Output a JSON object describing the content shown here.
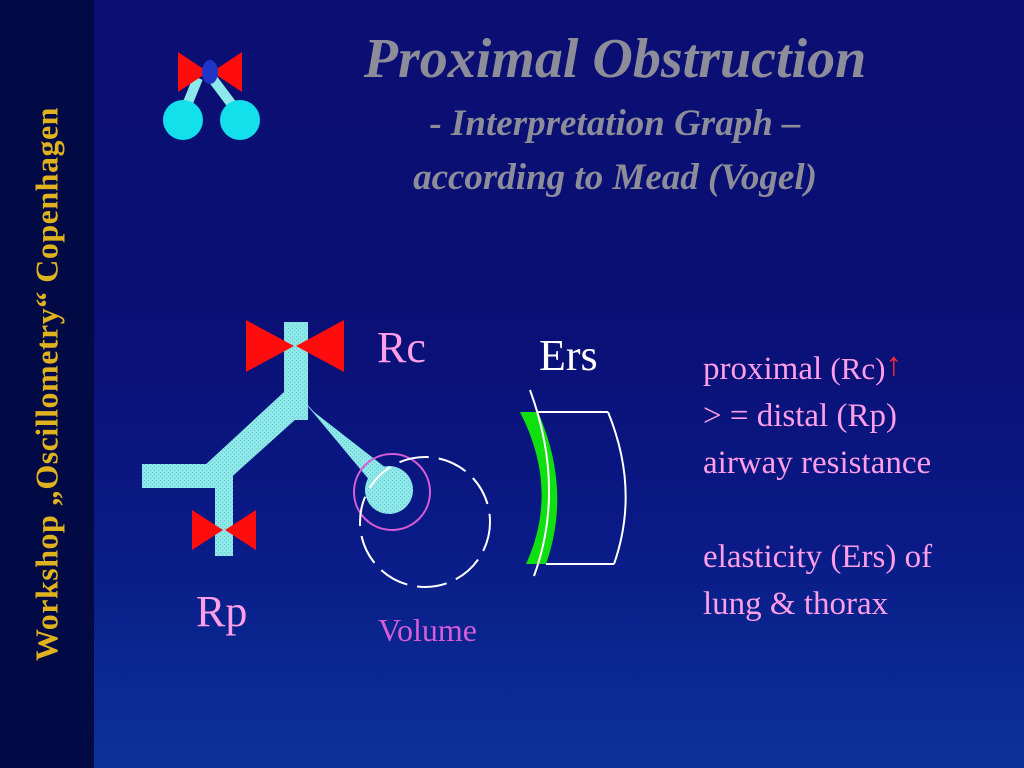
{
  "sidebar": {
    "text": "Workshop „Oscillometry“  Copenhagen"
  },
  "title": {
    "main": "Proximal Obstruction",
    "sub1": "- Interpretation Graph –",
    "sub2": "according to Mead (Vogel)"
  },
  "diagram": {
    "rc_label": "Rc",
    "ers_label": "Ers",
    "rp_label": "Rp",
    "volume_label": "Volume"
  },
  "notes": {
    "line1_a": "proximal  ",
    "line1_b": "(Rc)",
    "line1_arrow": "↑",
    "line2": "> = distal (Rp)",
    "line3": "airway resistance",
    "line4": "elasticity (Ers) of",
    "line5": "lung & thorax"
  },
  "colors": {
    "airway": "#8de8ea",
    "valve": "#ff0d0d",
    "valve_stem": "#1f35c8",
    "elastic_band": "#10e010",
    "volume_circle": "#d65cd8",
    "sidebar_text": "#e0b21e",
    "title": "#8d8d99",
    "label_pink": "#ff9ee8"
  },
  "icons": [
    "valve-icon",
    "airway-icon"
  ]
}
